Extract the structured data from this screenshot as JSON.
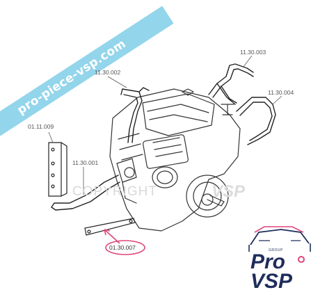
{
  "banner": {
    "text": "pro-piece-vsp.com"
  },
  "watermark": {
    "text": "COPYRIGHT",
    "brand": "VSP"
  },
  "parts": {
    "p1": "11.30.003",
    "p2": "11.30.002",
    "p3": "11.30.004",
    "p4": "01.11.009",
    "p5": "11.30.001",
    "p6": "01.30.007"
  },
  "logo": {
    "top": "GROUP",
    "line1": "Pro",
    "line2": "VSP"
  },
  "colors": {
    "banner": "#8ed3ea",
    "highlight": "#e0457b",
    "logo_navy": "#1f2d5c",
    "logo_pink": "#e0457b",
    "line": "#333333"
  }
}
